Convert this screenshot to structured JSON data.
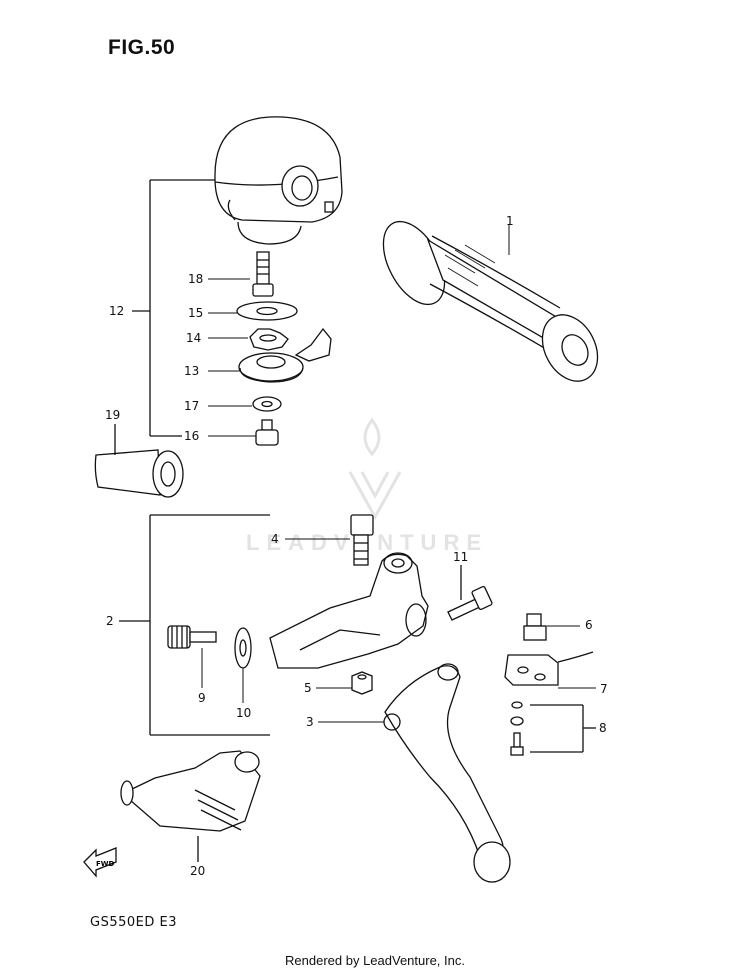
{
  "figure": {
    "title": "FIG.50",
    "model": "GS550ED  E3"
  },
  "footer": {
    "text": "Rendered by LeadVenture, Inc."
  },
  "watermark": {
    "text": "LEADVENTURE"
  },
  "callouts": {
    "c1": "1",
    "c2": "2",
    "c3": "3",
    "c4": "4",
    "c5": "5",
    "c6": "6",
    "c7": "7",
    "c8": "8",
    "c9": "9",
    "c10": "10",
    "c11": "11",
    "c12": "12",
    "c13": "13",
    "c14": "14",
    "c15": "15",
    "c16": "16",
    "c17": "17",
    "c18": "18",
    "c19": "19",
    "c20": "20"
  },
  "fwd_arrow": {
    "label": "FWD"
  },
  "colors": {
    "line": "#111111",
    "watermark": "#e3e3e3",
    "background": "#ffffff"
  }
}
